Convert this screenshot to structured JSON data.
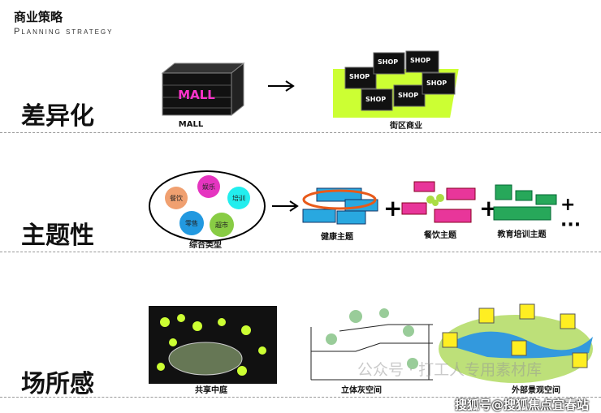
{
  "header": {
    "title": "商业策略",
    "subtitle": "Planning strategy"
  },
  "sections": [
    {
      "heading": "差异化",
      "left_caption": "MALL",
      "mall_label": "MALL",
      "right_caption": "街区商业",
      "shop_label": "SHOP"
    },
    {
      "heading": "主题性",
      "circle_caption": "综合类型",
      "circles": [
        "餐饮",
        "娱乐",
        "培训",
        "零售",
        "超市"
      ],
      "themes": [
        "健康主题",
        "餐饮主题",
        "教育培训主题"
      ],
      "plus": "+",
      "ellipsis": "+ ···"
    },
    {
      "heading": "场所感",
      "captions": [
        "共享中庭",
        "立体灰空间",
        "外部景观空间"
      ]
    }
  ],
  "watermarks": [
    "公众号 · 打工人专用素材库",
    "搜狐号@搜狐焦点宜春站"
  ],
  "colors": {
    "blue": "#29a8e0",
    "pink": "#e8369a",
    "green": "#27a85a",
    "lime": "#ccff33"
  }
}
